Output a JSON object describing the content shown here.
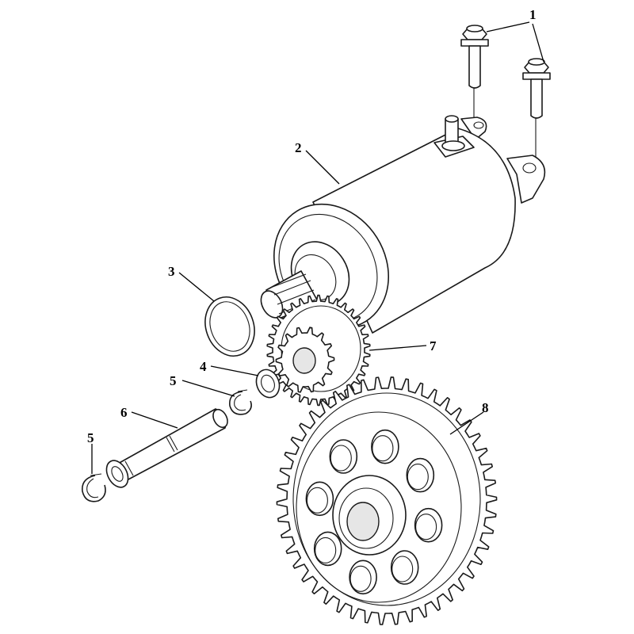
{
  "callouts": {
    "c1": "1",
    "c2": "2",
    "c3": "3",
    "c4": "4",
    "c5a": "5",
    "c5b": "5",
    "c6": "6",
    "c7": "7",
    "c8": "8"
  },
  "colors": {
    "line": "#1a1a1a",
    "background": "#ffffff",
    "shade": "#e6e6e6"
  }
}
